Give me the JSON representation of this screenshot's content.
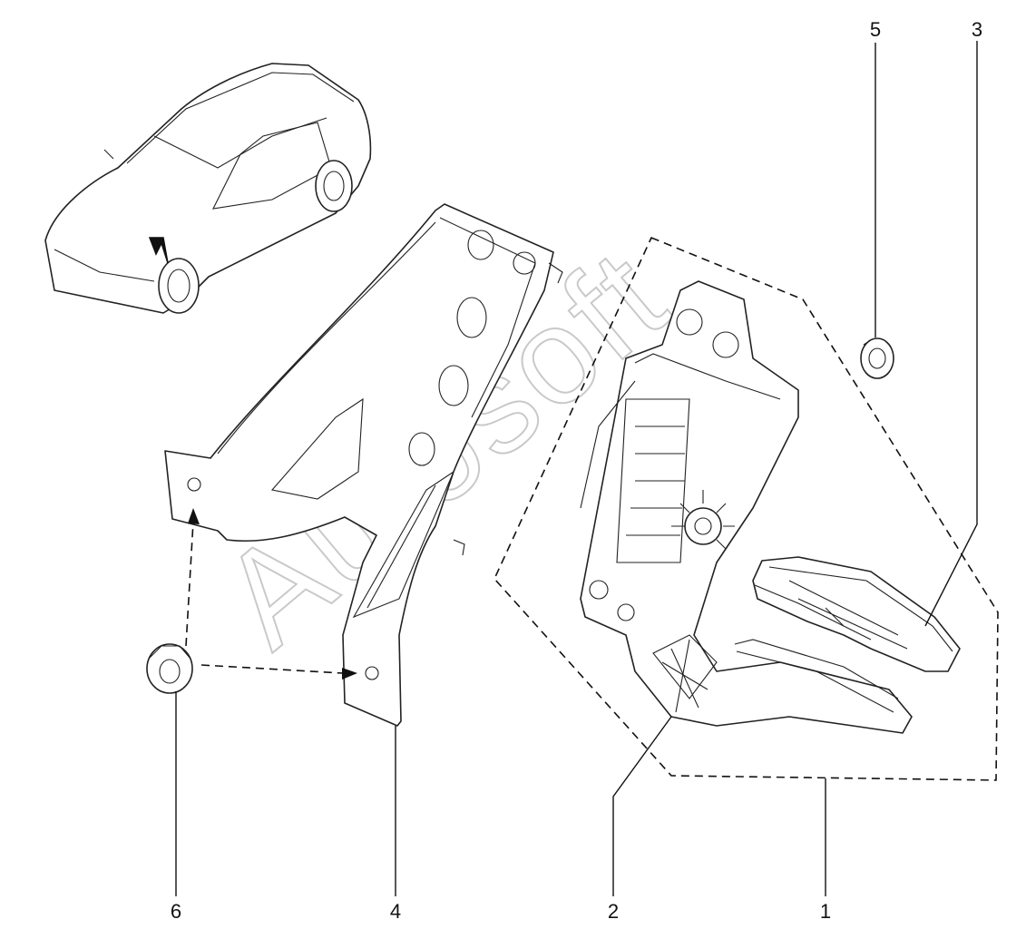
{
  "watermark": "Autosoft",
  "callouts": {
    "c1": "1",
    "c2": "2",
    "c3": "3",
    "c4": "4",
    "c5": "5",
    "c6": "6"
  }
}
